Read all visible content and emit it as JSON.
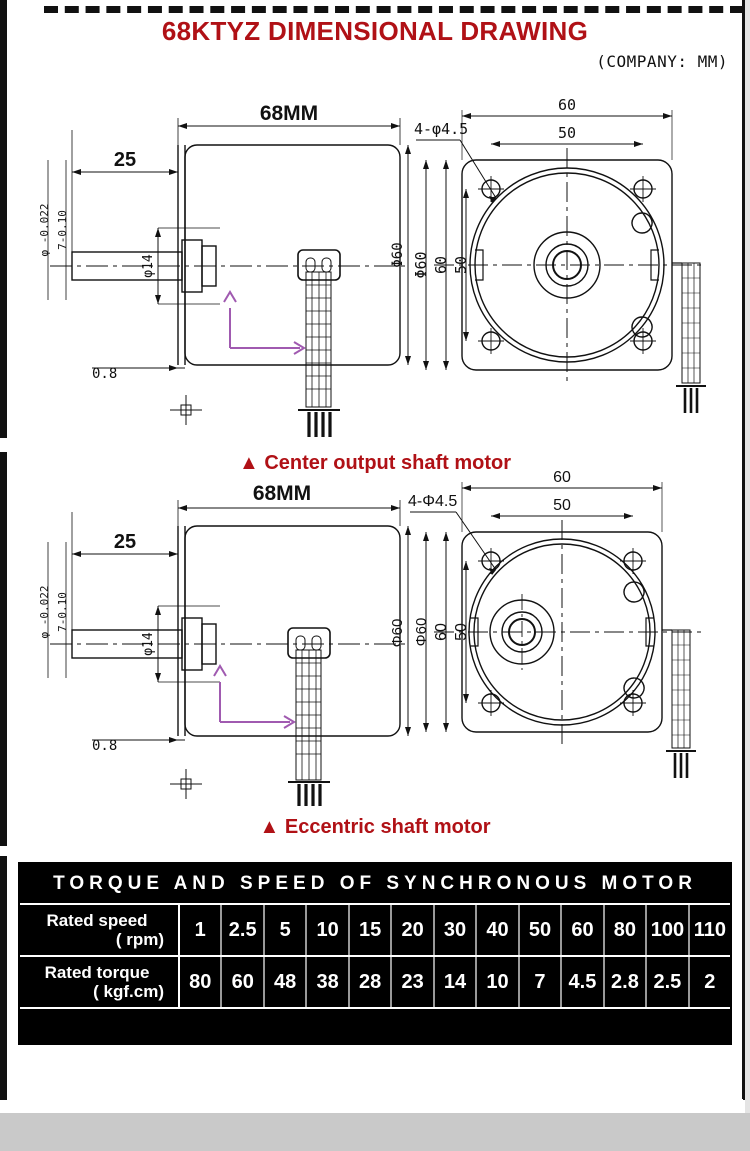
{
  "header": {
    "title": "68KTYZ DIMENSIONAL DRAWING",
    "subtitle": "(COMPANY: MM)"
  },
  "figures": [
    {
      "caption": "▲ Center output shaft motor",
      "side_view": {
        "length_label": "68MM",
        "shaft_length_label": "25",
        "shaft_dia_label": "φ14",
        "flat_label": "0.8",
        "body_dia_label": "Φ60",
        "shaft_tol_label_1": "φ",
        "shaft_tol_label_2": "7-0.10"
      },
      "front_view": {
        "outer_label": "60",
        "bolt_span_label": "50",
        "hole_note": "4-φ4.5",
        "vert_outer_label": "60",
        "vert_bolt_label": "50",
        "vert_dia_label": "Φ60"
      }
    },
    {
      "caption": "▲ Eccentric shaft motor",
      "side_view": {
        "length_label": "68MM",
        "shaft_length_label": "25",
        "shaft_dia_label": "φ14",
        "flat_label": "0.8",
        "body_dia_label": "Φ60",
        "shaft_tol_label_1": "φ",
        "shaft_tol_label_2": "7-0.10"
      },
      "front_view": {
        "outer_label": "60",
        "bolt_span_label": "50",
        "hole_note": "4-Φ4.5",
        "vert_outer_label": "60",
        "vert_bolt_label": "50",
        "vert_dia_label": "Φ60"
      }
    }
  ],
  "spec_table": {
    "title": "TORQUE AND SPEED OF SYNCHRONOUS MOTOR",
    "rows": [
      {
        "label_line1": "Rated speed",
        "label_line2": "( rpm)",
        "values": [
          "1",
          "2.5",
          "5",
          "10",
          "15",
          "20",
          "30",
          "40",
          "50",
          "60",
          "80",
          "100",
          "110"
        ]
      },
      {
        "label_line1": "Rated torque",
        "label_line2": "( kgf.cm)",
        "values": [
          "80",
          "60",
          "48",
          "38",
          "28",
          "23",
          "14",
          "10",
          "7",
          "4.5",
          "2.8",
          "2.5",
          "2"
        ]
      }
    ]
  },
  "colors": {
    "accent_red": "#b01116",
    "arrow_purple": "#a05ab0",
    "line_black": "#111111"
  }
}
